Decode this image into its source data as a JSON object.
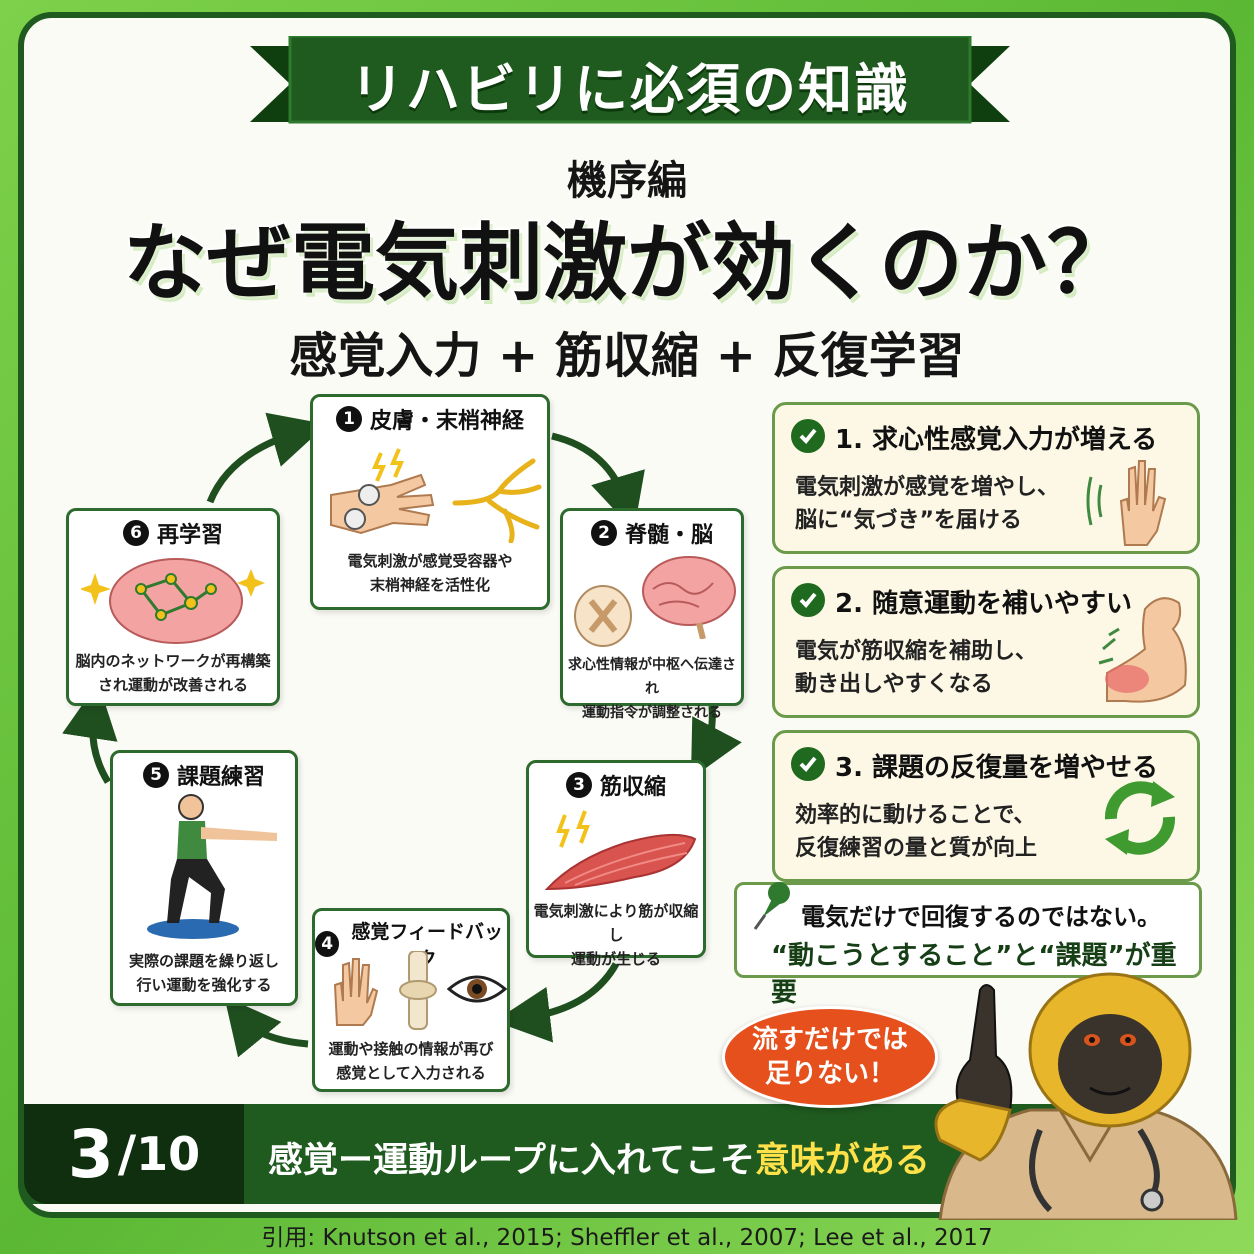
{
  "header": {
    "banner": "リハビリに必須の知識",
    "subtitle": "機序編",
    "title": "なぜ電気刺激が効くのか？",
    "formula": "感覚入力 + 筋収縮 + 反復学習"
  },
  "steps": [
    {
      "num": "1",
      "title": "皮膚・末梢神経",
      "desc": "電気刺激が感覚受容器や\n末梢神経を活性化"
    },
    {
      "num": "2",
      "title": "脊髄・脳",
      "desc": "求心性情報が中枢へ伝達され\n運動指令が調整される"
    },
    {
      "num": "3",
      "title": "筋収縮",
      "desc": "電気刺激により筋が収縮し\n運動が生じる"
    },
    {
      "num": "4",
      "title": "感覚フィードバック",
      "desc": "運動や接触の情報が再び\n感覚として入力される"
    },
    {
      "num": "5",
      "title": "課題練習",
      "desc": "実際の課題を繰り返し\n行い運動を強化する"
    },
    {
      "num": "6",
      "title": "再学習",
      "desc": "脳内のネットワークが再構築\nされ運動が改善される"
    }
  ],
  "benefits": [
    {
      "title": "1. 求心性感覚入力が増える",
      "body": "電気刺激が感覚を増やし、\n脳に“気づき”を届ける"
    },
    {
      "title": "2. 随意運動を補いやすい",
      "body": "電気が筋収縮を補助し、\n動き出しやすくなる"
    },
    {
      "title": "3. 課題の反復量を増やせる",
      "body": "効率的に動けることで、\n反復練習の量と質が向上"
    }
  ],
  "note": {
    "line1": "電気だけで回復するのではない。",
    "line2": "“動こうとすること”と“課題”が重要"
  },
  "bubble": "流すだけでは\n足りない！",
  "page": {
    "current": "3",
    "separator": "/",
    "total": "10"
  },
  "tagline": {
    "main": "感覚ー運動ループに入れてこそ",
    "highlight": "意味がある"
  },
  "citation": "引用: Knutson et al., 2015; Sheffler et al., 2007; Lee et al., 2017",
  "colors": {
    "dark_green": "#1f5a1f",
    "accent_yellow": "#ffe14a",
    "bubble_orange": "#e6501c",
    "muscle_red": "#d9534f"
  },
  "icons": [
    "check-icon",
    "hand-icon",
    "arm-icon",
    "cycle-icon",
    "pushpin-icon",
    "brain-icon",
    "nerve-icon",
    "spinal-cord-icon",
    "muscle-icon",
    "eye-icon",
    "knee-joint-icon",
    "person-squat-icon",
    "gorilla-mascot"
  ]
}
